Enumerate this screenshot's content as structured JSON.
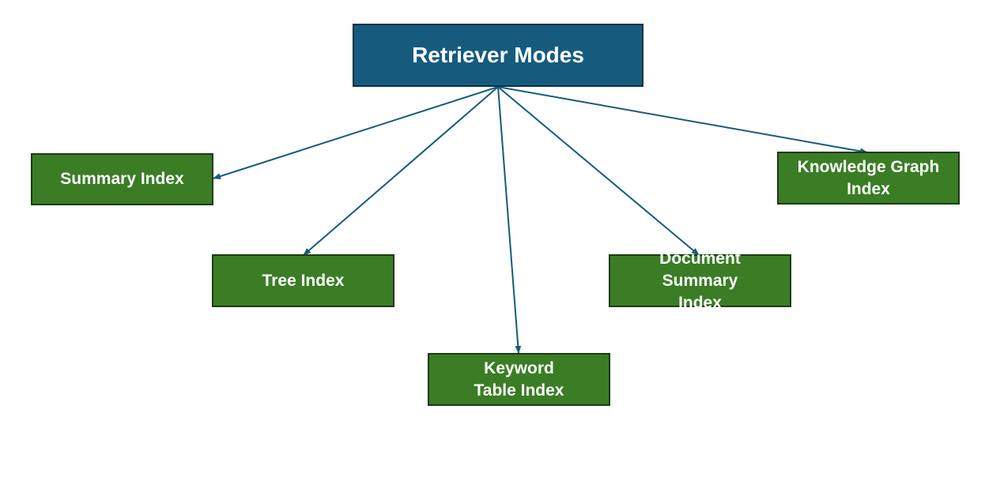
{
  "diagram": {
    "root": {
      "label": "Retriever Modes"
    },
    "children": [
      {
        "id": "summary",
        "label": "Summary Index"
      },
      {
        "id": "tree",
        "label": "Tree Index"
      },
      {
        "id": "keyword",
        "label": "Keyword Table Index"
      },
      {
        "id": "docsummary",
        "label": "Document Summary Index"
      },
      {
        "id": "kg",
        "label": "Knowledge Graph Index"
      }
    ],
    "edge_color": "#165b7e",
    "root_color": "#165b7e",
    "child_color": "#3a7d25"
  }
}
